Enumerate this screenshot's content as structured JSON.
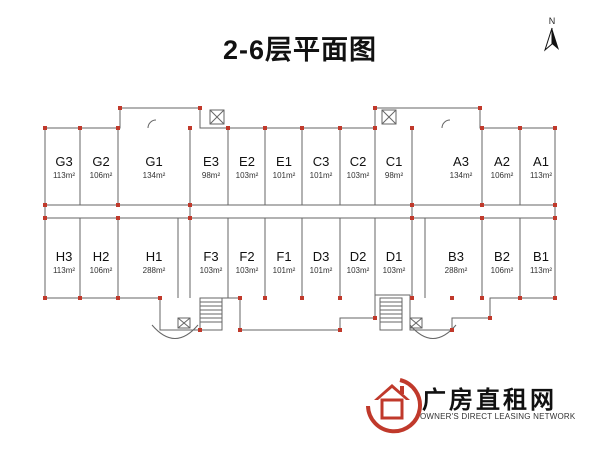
{
  "title": "2-6层平面图",
  "north_label": "N",
  "units": [
    {
      "id": "G3",
      "area": "113m²"
    },
    {
      "id": "G2",
      "area": "106m²"
    },
    {
      "id": "G1",
      "area": "134m²"
    },
    {
      "id": "E3",
      "area": "98m²"
    },
    {
      "id": "E2",
      "area": "103m²"
    },
    {
      "id": "E1",
      "area": "101m²"
    },
    {
      "id": "C3",
      "area": "101m²"
    },
    {
      "id": "C2",
      "area": "103m²"
    },
    {
      "id": "C1",
      "area": "98m²"
    },
    {
      "id": "A3",
      "area": "134m²"
    },
    {
      "id": "A2",
      "area": "106m²"
    },
    {
      "id": "A1",
      "area": "113m²"
    },
    {
      "id": "H3",
      "area": "113m²"
    },
    {
      "id": "H2",
      "area": "106m²"
    },
    {
      "id": "H1",
      "area": "288m²"
    },
    {
      "id": "F3",
      "area": "103m²"
    },
    {
      "id": "F2",
      "area": "103m²"
    },
    {
      "id": "F1",
      "area": "101m²"
    },
    {
      "id": "D3",
      "area": "101m²"
    },
    {
      "id": "D2",
      "area": "103m²"
    },
    {
      "id": "D1",
      "area": "103m²"
    },
    {
      "id": "B3",
      "area": "288m²"
    },
    {
      "id": "B2",
      "area": "106m²"
    },
    {
      "id": "B1",
      "area": "113m²"
    }
  ],
  "logo": {
    "name": "广房直租网",
    "tagline": "OWNER'S DIRECT LEASING NETWORK"
  }
}
